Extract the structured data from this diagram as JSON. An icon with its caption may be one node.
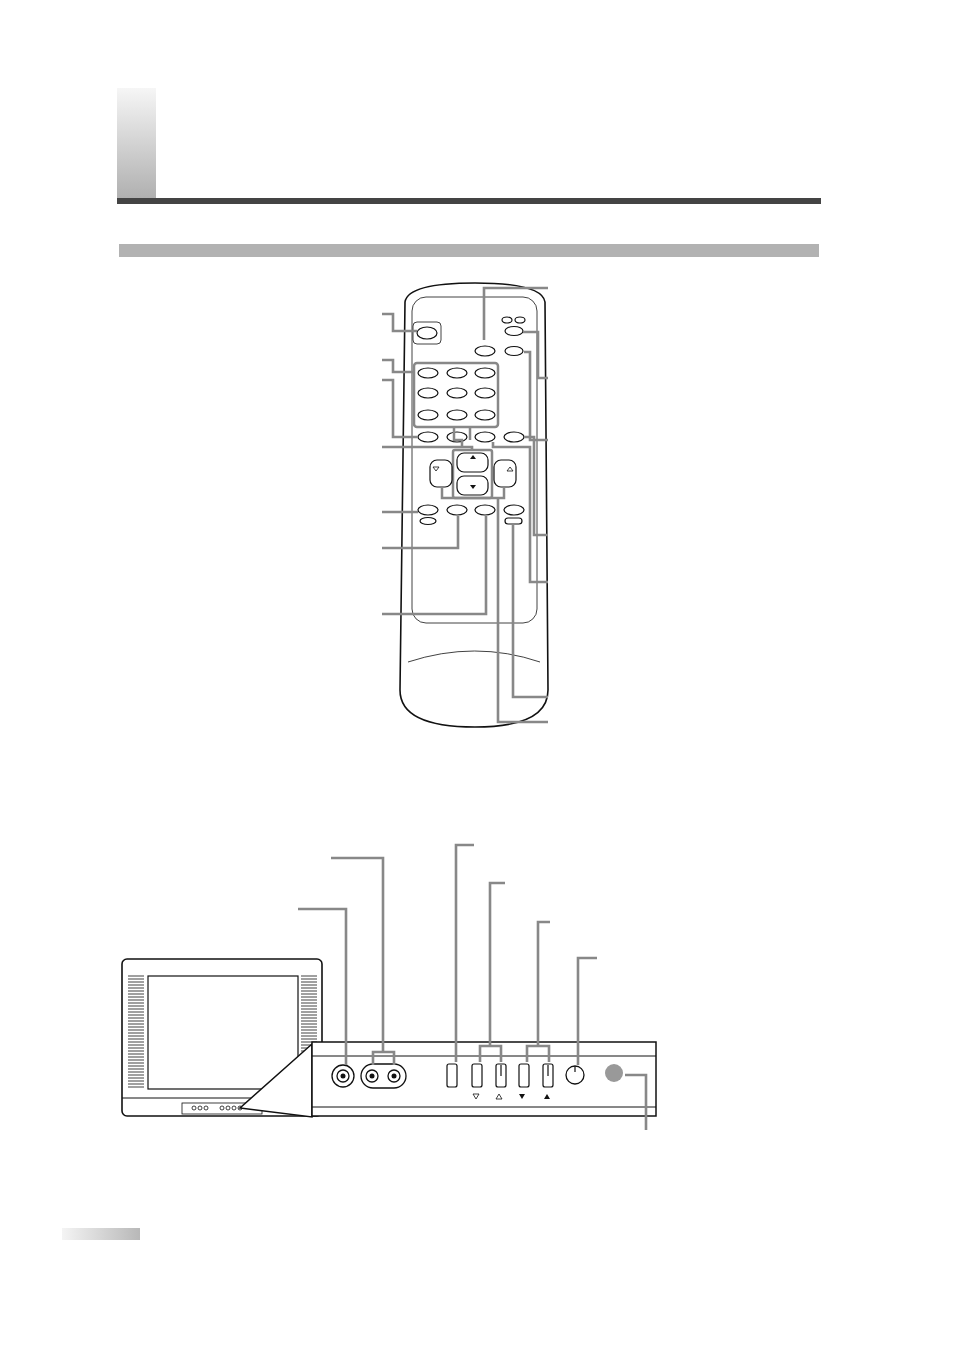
{
  "diagram": {
    "nodes": [
      {
        "text": [],
        "shape": "picture"
      },
      {
        "text": [],
        "shape": "picture"
      },
      {
        "text": [],
        "shape": "picture"
      }
    ],
    "edges": [
      {
        "from": null,
        "to": 0,
        "arrow": "none"
      },
      {
        "from": null,
        "to": 0,
        "arrow": "none"
      },
      {
        "from": null,
        "to": 0,
        "arrow": "none"
      },
      {
        "from": null,
        "to": 0,
        "arrow": "none"
      },
      {
        "from": null,
        "to": 0,
        "arrow": "none"
      },
      {
        "from": null,
        "to": 0,
        "arrow": "none"
      },
      {
        "from": null,
        "to": 0,
        "arrow": "none"
      },
      {
        "from": null,
        "to": 0,
        "arrow": "none"
      },
      {
        "from": null,
        "to": 0,
        "arrow": "none"
      },
      {
        "from": null,
        "to": 0,
        "arrow": "none"
      },
      {
        "from": null,
        "to": 0,
        "arrow": "none"
      },
      {
        "from": null,
        "to": 0,
        "arrow": "none"
      },
      {
        "from": null,
        "to": 0,
        "arrow": "none"
      },
      {
        "from": null,
        "to": 0,
        "arrow": "none"
      },
      {
        "from": null,
        "to": 2,
        "arrow": "none"
      },
      {
        "from": null,
        "to": 2,
        "arrow": "none"
      },
      {
        "from": null,
        "to": 2,
        "arrow": "none"
      },
      {
        "from": null,
        "to": 2,
        "arrow": "none"
      },
      {
        "from": null,
        "to": 2,
        "arrow": "none"
      },
      {
        "from": null,
        "to": 2,
        "arrow": "none"
      },
      {
        "from": null,
        "to": 2,
        "arrow": "none"
      }
    ]
  }
}
